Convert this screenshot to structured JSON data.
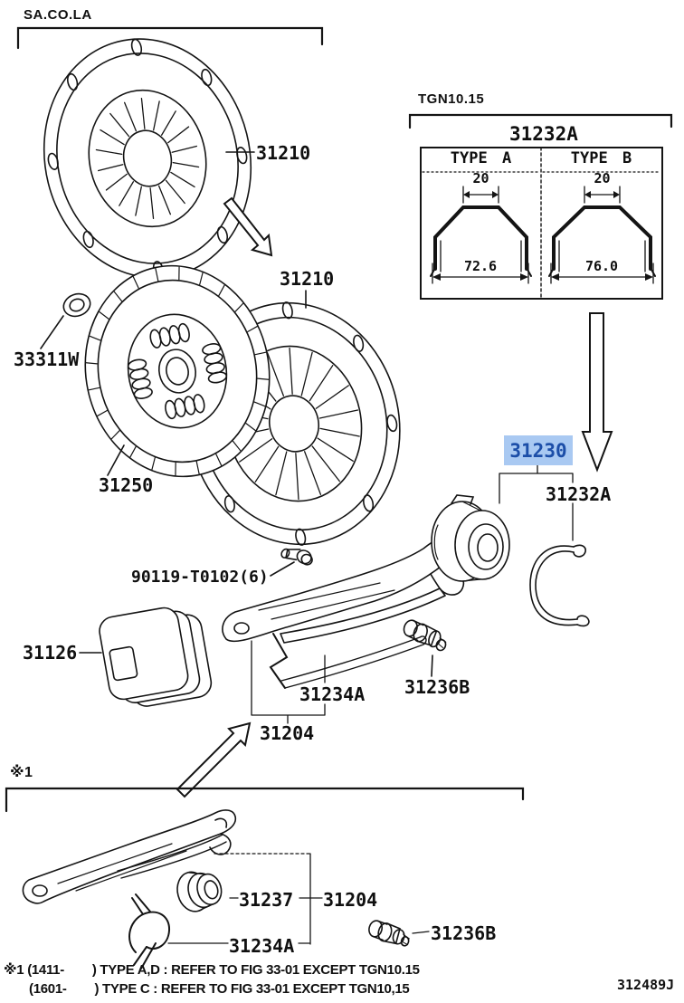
{
  "groups": {
    "main_label": "SA.CO.LA",
    "inset_label": "TGN10.15",
    "bottom_marker": "※1"
  },
  "inset": {
    "title": "31232A",
    "columns": [
      {
        "header": "TYPE A",
        "top_dim": "20",
        "bottom_dim": "72.6"
      },
      {
        "header": "TYPE B",
        "top_dim": "20",
        "bottom_dim": "76.0"
      }
    ]
  },
  "parts": {
    "clutch_cover_top": "31210",
    "clutch_cover_mid": "31210",
    "release_bushing": "33311W",
    "clutch_disc": "31250",
    "bolt_set": "90119-T0102(6)",
    "boot": "31126",
    "fork_spring_mid": "31234A",
    "fork_mid": "31204",
    "pivot_bolt_mid": "31236B",
    "release_bearing": "31230",
    "bearing_clip": "31232A",
    "carrier_bottom": "31237",
    "fork_bottom": "31204",
    "fork_spring_bottom": "31234A",
    "pivot_bolt_bottom": "31236B"
  },
  "highlight": {
    "background": "#a9c9f2",
    "color": "#1c4ea8"
  },
  "footnotes": [
    "※1 (1411-        ) TYPE A,D : REFER TO FIG 33-01 EXCEPT TGN10.15",
    "(1601-        ) TYPE C : REFER TO FIG 33-01 EXCEPT TGN10,15"
  ],
  "figure_code": "312489J"
}
